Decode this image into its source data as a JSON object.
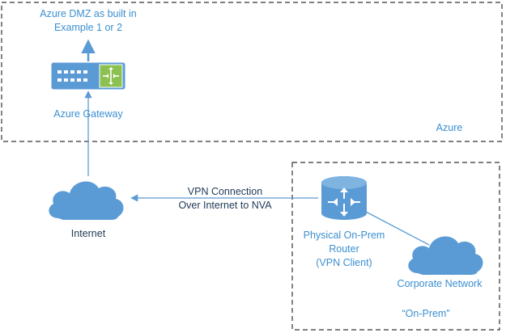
{
  "azure_dmz_label": "Azure DMZ as built in\nExample 1 or 2",
  "azure_gateway_label": "Azure Gateway",
  "azure_zone_label": "Azure",
  "internet_label": "Internet",
  "vpn_connection_label": "VPN Connection\nOver Internet to NVA",
  "router_label": "Physical On-Prem\nRouter\n(VPN Client)",
  "corporate_network_label": "Corporate Network",
  "onprem_zone_label": "“On-Prem”",
  "colors": {
    "accent": "#5b9bd5",
    "icon_fill": "#5b9bd5",
    "text_blue": "#3b8fd0",
    "text_dark": "#1f3a55",
    "border": "#333333",
    "green": "#8cc152"
  },
  "icons": [
    "gateway-icon",
    "cloud-icon",
    "router-icon"
  ]
}
